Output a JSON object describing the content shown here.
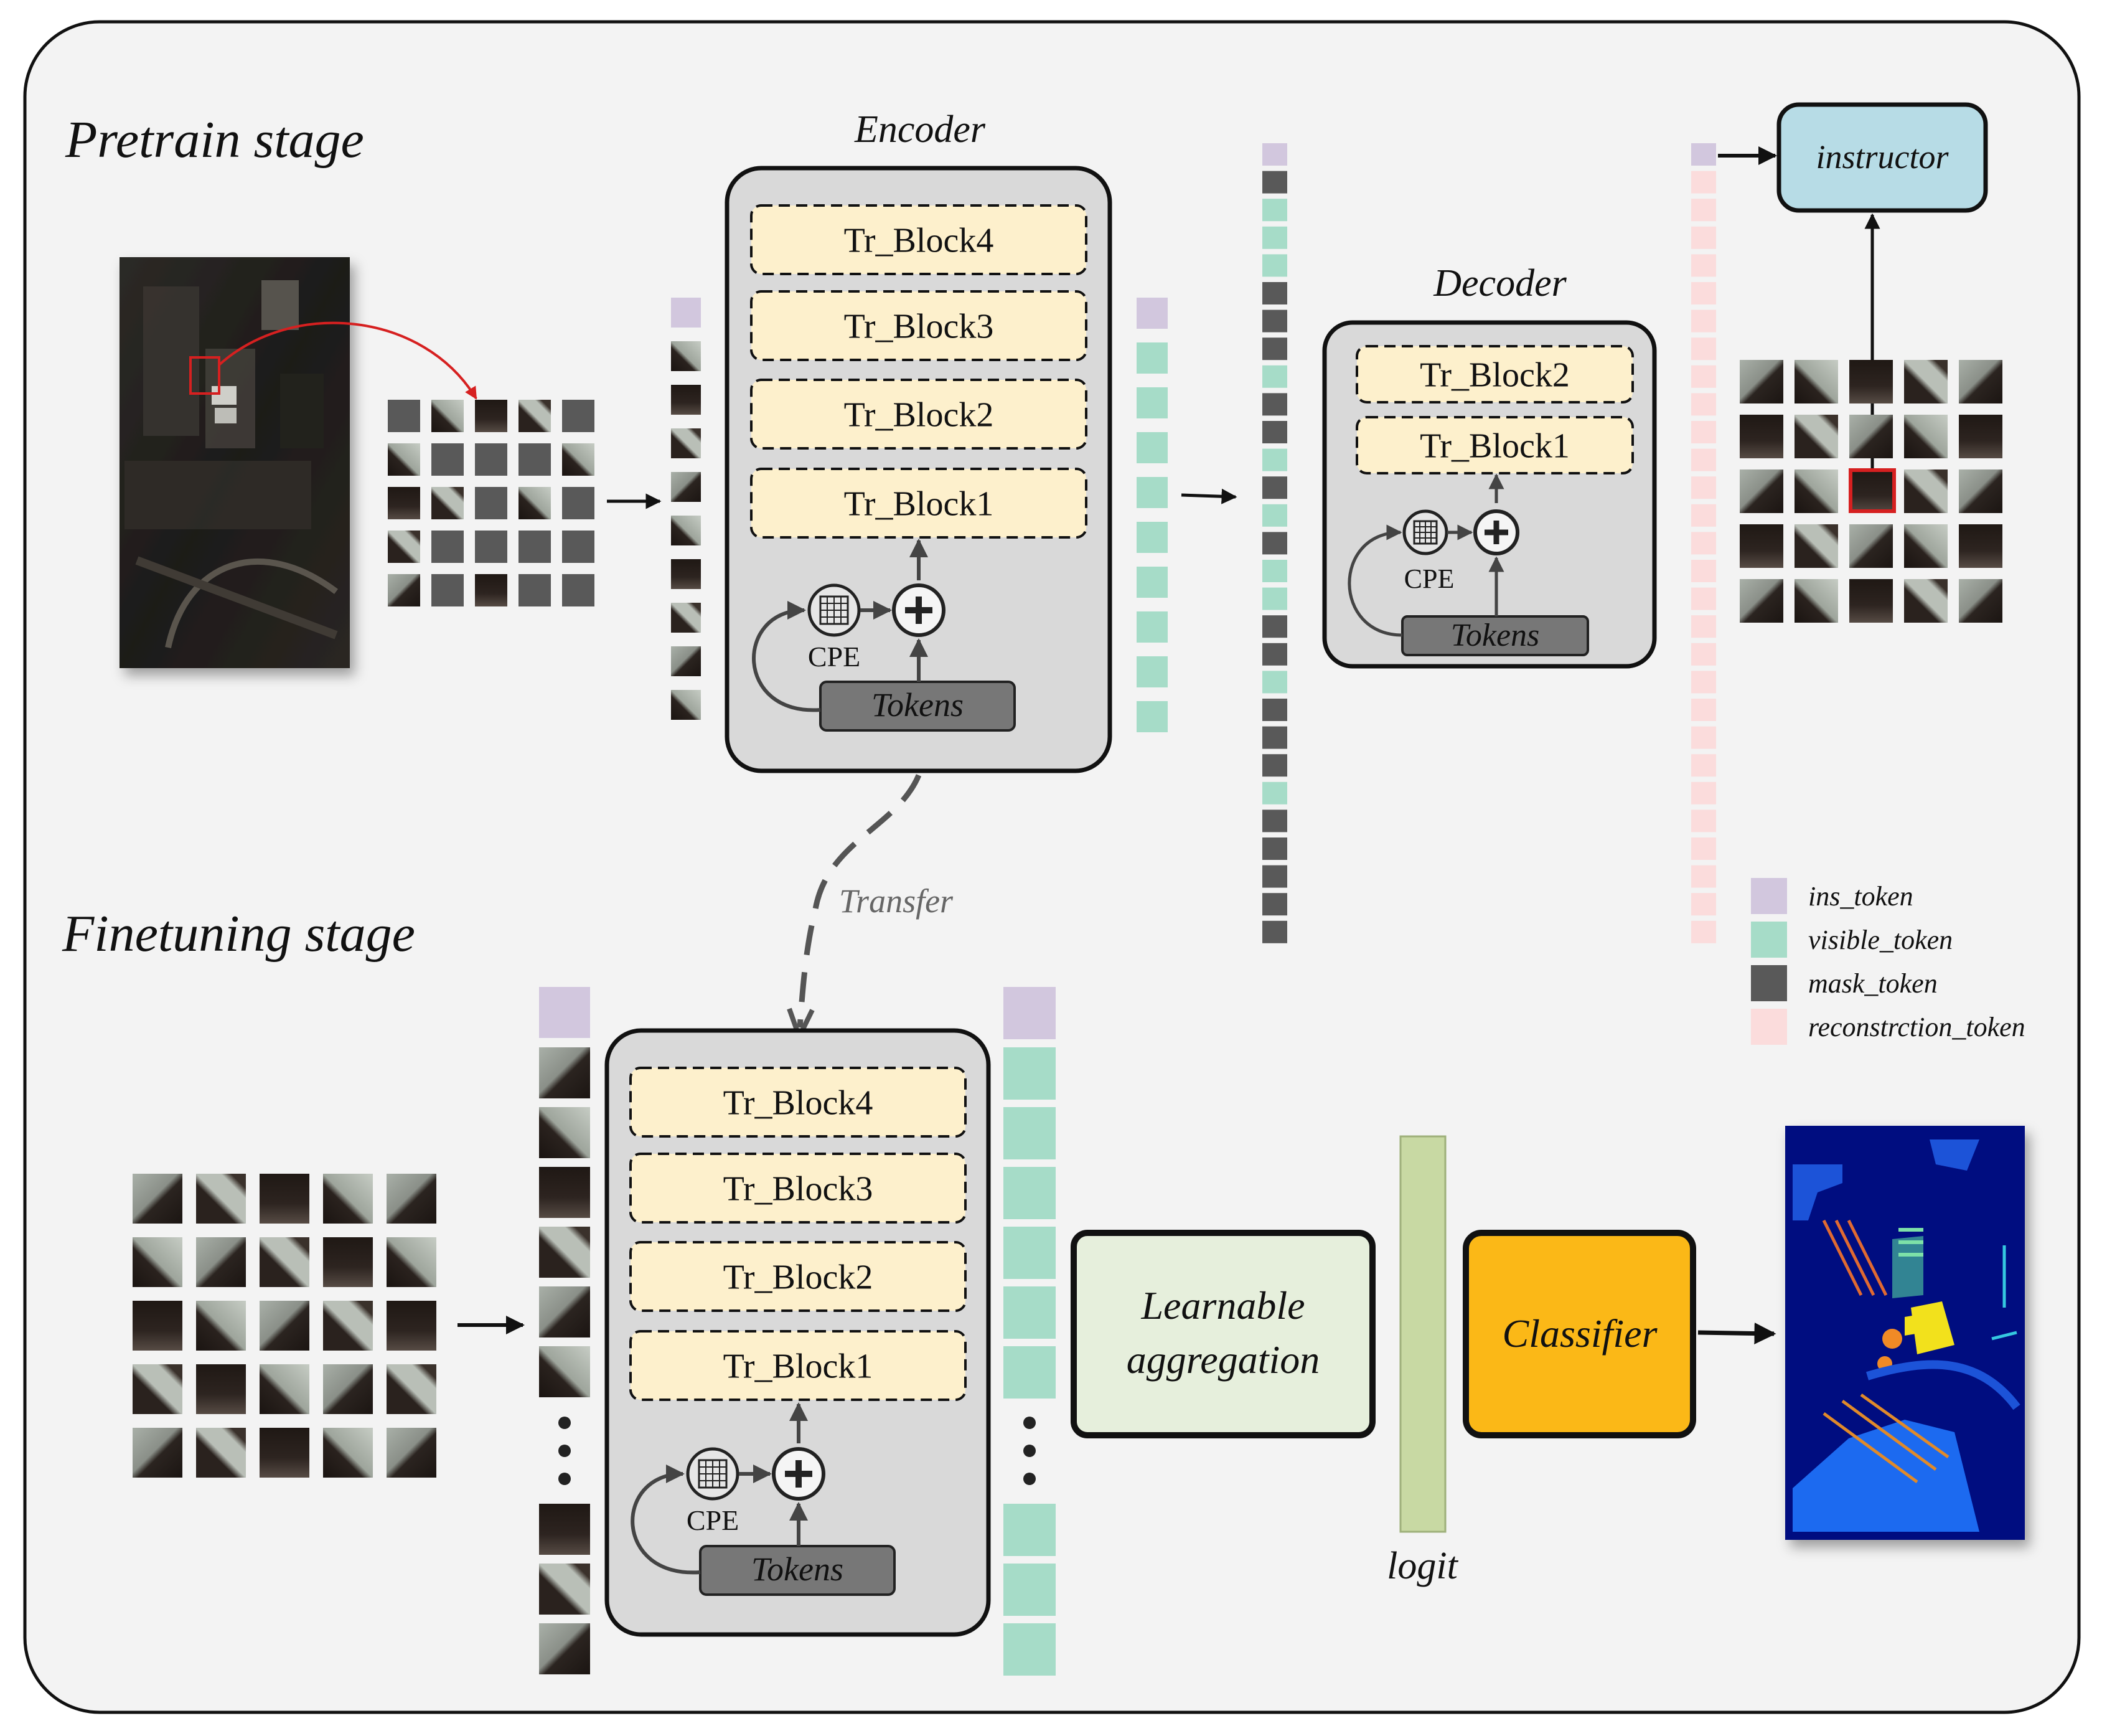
{
  "pretrain": {
    "title": "Pretrain stage",
    "encoder_title": "Encoder",
    "encoder_blocks": [
      "Tr_Block4",
      "Tr_Block3",
      "Tr_Block2",
      "Tr_Block1"
    ],
    "decoder_title": "Decoder",
    "decoder_blocks": [
      "Tr_Block2",
      "Tr_Block1"
    ],
    "cpe_label": "CPE",
    "tokens_label": "Tokens",
    "instructor_label": "instructor"
  },
  "transfer_label": "Transfer",
  "finetune": {
    "title": "Finetuning stage",
    "encoder_blocks": [
      "Tr_Block4",
      "Tr_Block3",
      "Tr_Block2",
      "Tr_Block1"
    ],
    "cpe_label": "CPE",
    "tokens_label": "Tokens",
    "aggregation_line1": "Learnable",
    "aggregation_line2": "aggregation",
    "logit_label": "logit",
    "classifier_label": "Classifier"
  },
  "legend": [
    {
      "label": "ins_token",
      "color": "#d2c7de"
    },
    {
      "label": "visible_token",
      "color": "#a6dcc8"
    },
    {
      "label": "mask_token",
      "color": "#595959"
    },
    {
      "label": "reconstrction_token",
      "color": "#fbdcdc"
    }
  ],
  "colors": {
    "background": "#f3f3f3",
    "block_fill": "#fdf0cc",
    "module_fill": "#d9d9d9",
    "tokens_fill": "#777777",
    "instructor_fill": "#b7dce6",
    "aggregation_fill": "#e6efdc",
    "logit_fill": "#c8d9a3",
    "classifier_fill": "#fbb817",
    "arrow_red": "#d62020",
    "ins_token": "#d2c7de",
    "visible_token": "#a6dcc8",
    "mask_token": "#595959",
    "recon_token": "#fbdcdc"
  }
}
